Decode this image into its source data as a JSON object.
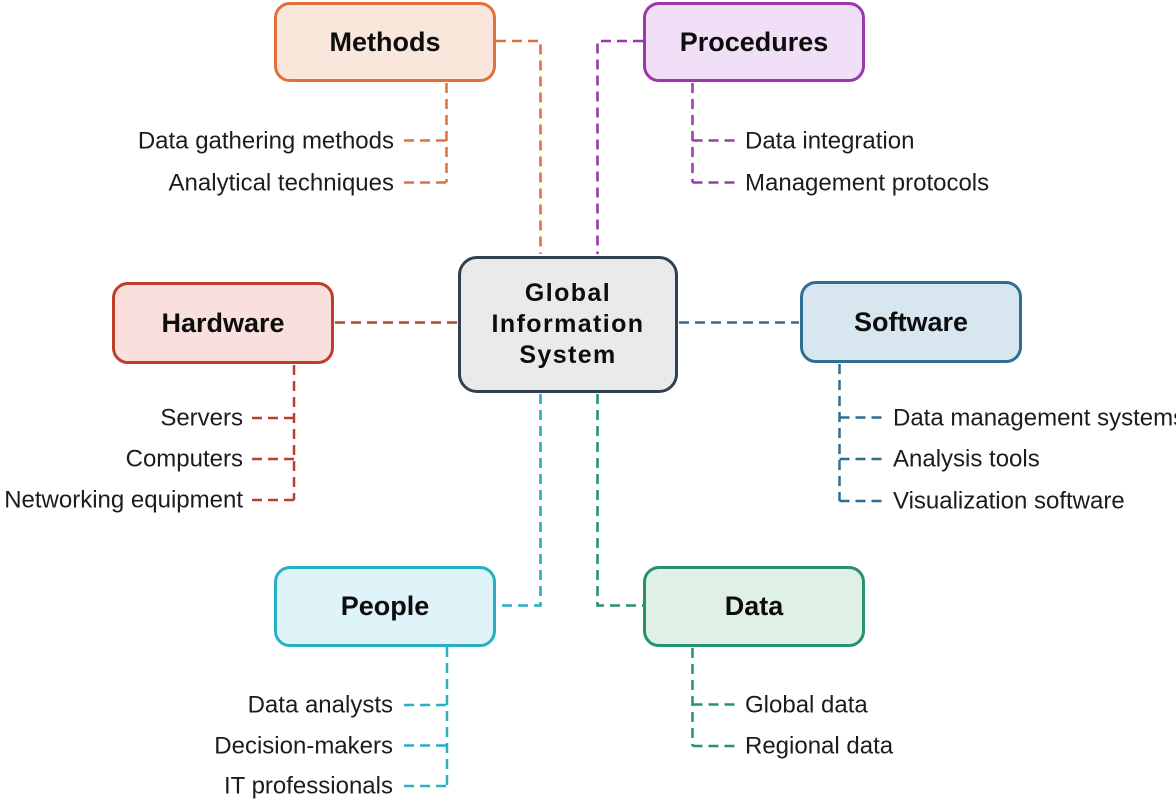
{
  "diagram_title": "Global Information System",
  "center": {
    "lines": [
      "Global",
      "Information",
      "System"
    ],
    "fill": "#e9eaec",
    "border": "#31404f"
  },
  "branches": [
    {
      "id": "methods",
      "label": "Methods",
      "color": "#e0703c",
      "fill": "#fae7dc",
      "items": [
        "Data gathering methods",
        "Analytical techniques"
      ]
    },
    {
      "id": "procedures",
      "label": "Procedures",
      "color": "#9a38ac",
      "fill": "#f0dff6",
      "items": [
        "Data integration",
        "Management protocols"
      ]
    },
    {
      "id": "hardware",
      "label": "Hardware",
      "color": "#be3d2b",
      "fill": "#f9e0dc",
      "items": [
        "Servers",
        "Computers",
        "Networking equipment"
      ]
    },
    {
      "id": "software",
      "label": "Software",
      "color": "#2e6e91",
      "fill": "#d8e6ef",
      "items": [
        "Data management systems",
        "Analysis tools",
        "Visualization software"
      ]
    },
    {
      "id": "people",
      "label": "People",
      "color": "#29afc4",
      "fill": "#dff4f8",
      "items": [
        "Data analysts",
        "Decision-makers",
        "IT professionals"
      ]
    },
    {
      "id": "data",
      "label": "Data",
      "color": "#27926b",
      "fill": "#dff0e7",
      "items": [
        "Global data",
        "Regional data"
      ]
    }
  ],
  "canvas_background": "#ffffff"
}
